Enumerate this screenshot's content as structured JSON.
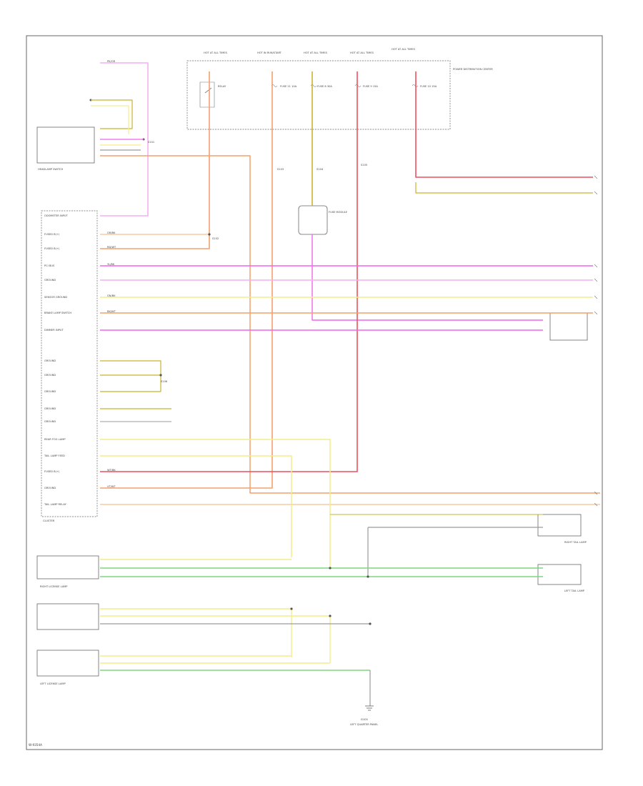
{
  "colors": {
    "pink": "#ee66ee",
    "pink_light": "#f4b0f0",
    "orange": "#f4a06a",
    "orange_light": "#f7caa4",
    "red": "#ee4f5e",
    "yellow": "#f2ee8a",
    "yellow_dark": "#c8b430",
    "green": "#7cd87c",
    "gray": "#9a9a9a",
    "dark": "#404040"
  },
  "page": {
    "footer_code": "W-9354A"
  },
  "components": {
    "fuse_box_label": "POWER DISTRIBUTION CENTER",
    "fuse_headers": [
      "HOT AT ALL TIMES",
      "HOT IN RUN/START",
      "HOT AT ALL TIMES",
      "HOT AT ALL TIMES",
      "HOT AT ALL TIMES"
    ],
    "fuse_labels": [
      "RELAY",
      "FUSE 21 10A",
      "FUSE 8 30A",
      "FUSE 9 15A",
      "FUSE 10 15A"
    ],
    "cluster_label": "CLUSTER",
    "cluster_pins": [
      "ODOMETER INPUT",
      "FUSED B(+)",
      "FUSED B(+)",
      "PCI BUS",
      "GROUND",
      "SENSOR GROUND",
      "BRAKE LAMP SWITCH",
      "DIMMER INPUT",
      "GROUND",
      "GROUND",
      "GROUND",
      "GROUND",
      "GROUND",
      "REAR FOG LAMP",
      "TAIL LAMP FEED",
      "FUSED B(+)",
      "GROUND",
      "TAIL LAMP RELAY"
    ],
    "headlamp_switch_label": "HEADLAMP SWITCH",
    "fuse_module_label": "FUSE MODULE",
    "splices": [
      "S101",
      "S102",
      "S103",
      "S104",
      "S105",
      "S106"
    ],
    "rear_lamps": [
      "RIGHT TAIL LAMP",
      "LEFT TAIL LAMP",
      "RIGHT LICENSE LAMP",
      "LEFT LICENSE LAMP"
    ],
    "ground_label": "G101",
    "ground_sub": "LEFT QUARTER PANEL",
    "wire_codes": [
      "PK/OR",
      "OR/BK",
      "RD/WT",
      "YL/BK",
      "GN/BK",
      "BK/WT",
      "WT/BK",
      "VT/WT"
    ]
  }
}
